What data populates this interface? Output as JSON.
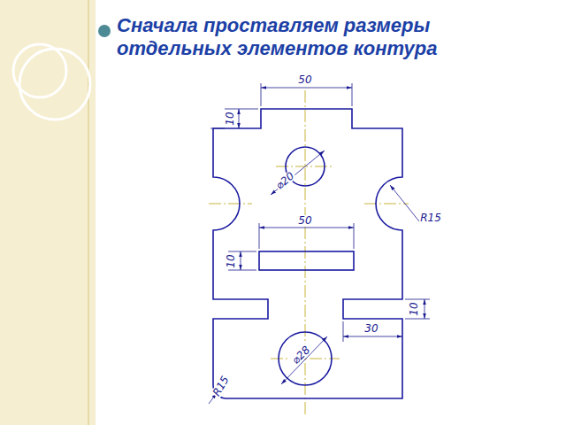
{
  "diagram": {
    "title": "Сначала проставляем размеры отдельных элементов контура",
    "labels": [
      "50",
      "10",
      "⌀20",
      "R15",
      "50",
      "10",
      "10",
      "30",
      "⌀28",
      "R15"
    ]
  }
}
